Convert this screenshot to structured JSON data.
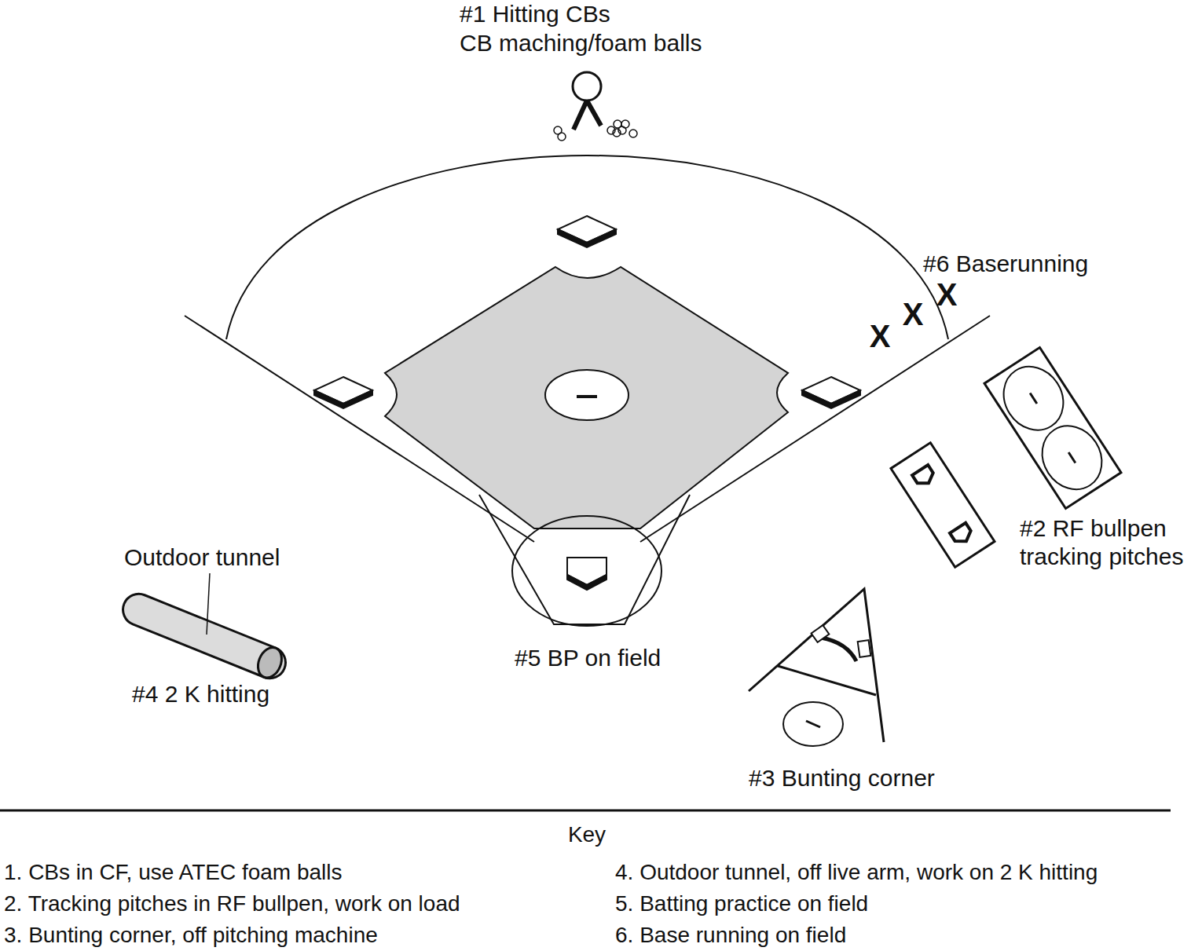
{
  "diagram": {
    "labels": [
      "#1 Hitting CBs",
      "CB maching/foam balls",
      "#6 Baserunning",
      "X",
      "X",
      "X",
      "#2 RF bullpen tracking pitches",
      "Outdoor tunnel",
      "#5 BP on field",
      "#4 2 K hitting",
      "#3 Bunting corner",
      "Key",
      "1. CBs in CF, use ATEC foam balls",
      "2. Tracking pitches in RF bullpen, work on load",
      "3. Bunting corner, off pitching machine",
      "4. Outdoor tunnel, off live arm, work on 2 K hitting",
      "5. Batting practice on field",
      "6. Base running on field"
    ]
  }
}
